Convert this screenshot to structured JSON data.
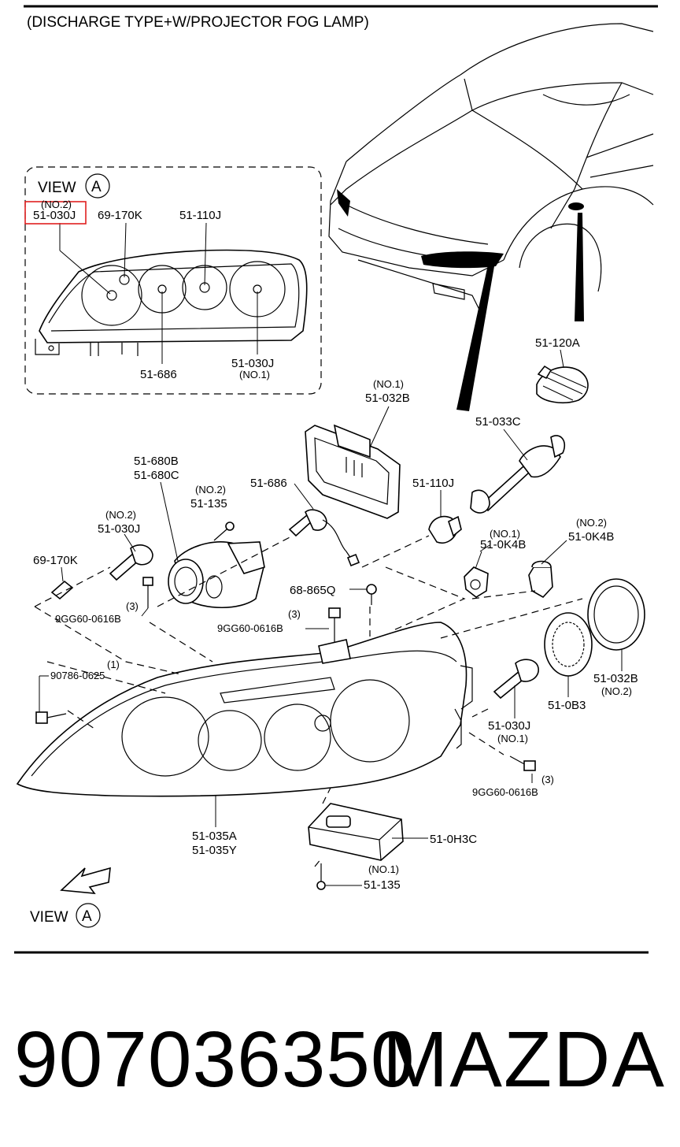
{
  "header": {
    "title": "(DISCHARGE TYPE+W/PROJECTOR FOG LAMP)"
  },
  "view_a": {
    "view_word": "VIEW",
    "view_letter": "A",
    "callouts": {
      "no2": "(NO.2)",
      "bulb_51_030J_no2": "51-030J",
      "p69_170K": "69-170K",
      "p51_110J": "51-110J",
      "p51_686": "51-686",
      "bulb_51_030J_no1": "51-030J",
      "no1": "(NO.1)"
    }
  },
  "labels": {
    "p51_120A": "51-120A",
    "no1_032B": "(NO.1)",
    "p51_032B_no1": "51-032B",
    "p51_033C": "51-033C",
    "p51_680B": "51-680B",
    "p51_680C": "51-680C",
    "p51_686": "51-686",
    "no2_135": "(NO.2)",
    "p51_135_no2": "51-135",
    "p51_110J": "51-110J",
    "no2_030J": "(NO.2)",
    "p51_030J_no2": "51-030J",
    "no1_0K4B": "(NO.1)",
    "p51_0K4B_no1": "51-0K4B",
    "no2_0K4B": "(NO.2)",
    "p51_0K4B_no2": "51-0K4B",
    "p69_170K": "69-170K",
    "p68_865Q": "68-865Q",
    "qty3_a": "(3)",
    "p9GG60_a": "9GG60-0616B",
    "qty3_b": "(3)",
    "p9GG60_b": "9GG60-0616B",
    "qty1": "(1)",
    "p90786": "90786-0625",
    "p51_032B_no2": "51-032B",
    "no2_032B": "(NO.2)",
    "p51_0B3": "51-0B3",
    "p51_030J_no1": "51-030J",
    "no1_030J": "(NO.1)",
    "qty3_c": "(3)",
    "p9GG60_c": "9GG60-0616B",
    "p51_035A": "51-035A",
    "p51_035Y": "51-035Y",
    "p51_0H3C": "51-0H3C",
    "no1_135": "(NO.1)",
    "p51_135_no1": "51-135"
  },
  "view_arrow": {
    "view_word": "VIEW",
    "view_letter": "A"
  },
  "highlight_color": "#e02020",
  "footer": {
    "part_number": "907036350",
    "brand": "MAZDA"
  }
}
